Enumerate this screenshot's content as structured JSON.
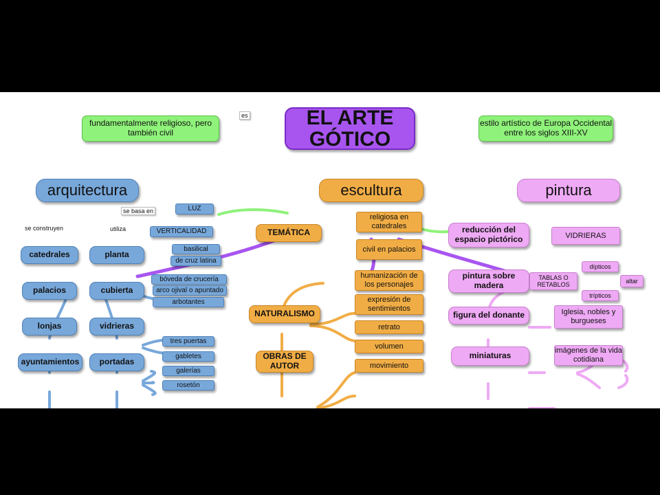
{
  "title": "EL ARTE GÓTICO",
  "top": {
    "left_note": "fundamentalmente religioso, pero también civil",
    "link_es": "es",
    "right_note": "estilo artístico de Europa Occidental entre los siglos XIII-XV"
  },
  "arquitectura": {
    "heading": "arquitectura",
    "link_construyen": "se construyen",
    "link_utiliza": "utiliza",
    "link_basa": "se basa en",
    "luz": "LUZ",
    "verticalidad": "VERTICALIDAD",
    "buildings": [
      "catedrales",
      "palacios",
      "lonjas",
      "ayuntamientos"
    ],
    "elements": [
      "planta",
      "cubierta",
      "vidrieras",
      "portadas"
    ],
    "planta_items": [
      "basilical",
      "de cruz latina"
    ],
    "cubierta_items": [
      "bóveda de crucería",
      "arco ojival o apuntado",
      "arbotantes"
    ],
    "portadas_items": [
      "tres puertas",
      "gabletes",
      "galerías",
      "rosetón"
    ]
  },
  "escultura": {
    "heading": "escultura",
    "tematica": "TEMÁTICA",
    "tematica_items": [
      "religiosa en catedrales",
      "civil en palacios"
    ],
    "naturalismo": "NATURALISMO",
    "naturalismo_items": [
      "humanización de los personajes",
      "expresión de sentimientos",
      "retrato",
      "volumen",
      "movimiento"
    ],
    "obras": "OBRAS DE AUTOR"
  },
  "pintura": {
    "heading": "pintura",
    "reduccion": "reducción del espacio pictórico",
    "vidrieras": "VIDRIERAS",
    "madera": "pintura sobre madera",
    "tablas": "TABLAS O RETABLOS",
    "dipticos": "dípticos",
    "tripticos": "trípticos",
    "altar": "altar",
    "donante": "figura del donante",
    "donante_item": "Iglesia, nobles y burgueses",
    "miniaturas": "miniaturas",
    "miniaturas_item": "imágenes de la vida cotidiana"
  },
  "colors": {
    "title": "#a855f0",
    "green": "#8ff27a",
    "blue": "#78a8da",
    "orange": "#f1ad45",
    "pink": "#eeaaf4"
  }
}
